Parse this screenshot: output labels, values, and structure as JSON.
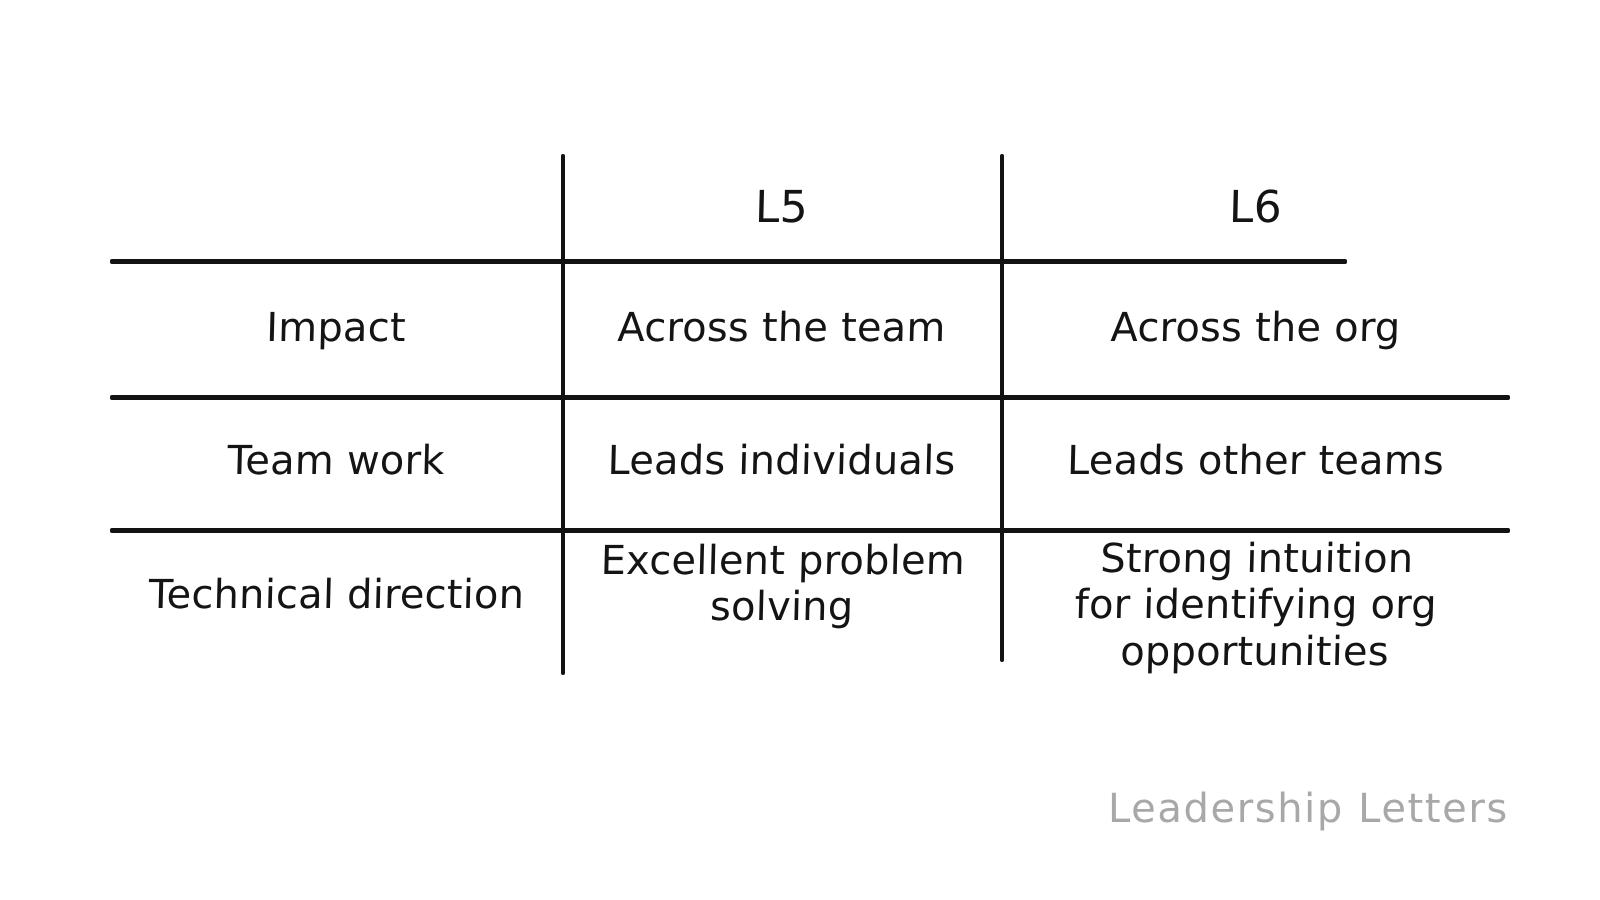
{
  "page": {
    "background": "#ffffff",
    "ink_color": "#121212",
    "watermark_color": "#a8a8a8"
  },
  "watermark": {
    "text": "Leadership Letters"
  },
  "table": {
    "corner_label": "",
    "columns": [
      {
        "key": "l5",
        "header": "L5"
      },
      {
        "key": "l6",
        "header": "L6"
      }
    ],
    "rows": [
      {
        "label": "Impact",
        "l5": "Across the team",
        "l6": "Across the org"
      },
      {
        "label": "Team work",
        "l5": "Leads individuals",
        "l6": "Leads other teams"
      },
      {
        "label": "Technical direction",
        "l5": "Excellent problem\nsolving",
        "l6": "Strong intuition\nfor identifying org\nopportunities"
      }
    ]
  }
}
